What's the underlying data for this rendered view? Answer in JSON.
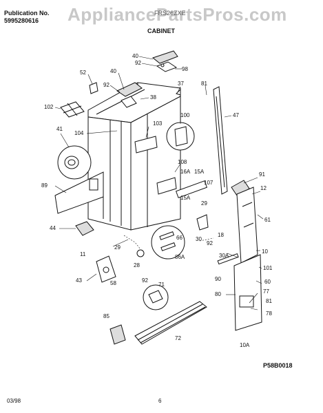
{
  "header": {
    "publication_label": "Publication No.",
    "publication_number": "5995280616",
    "model_fragment": "FRS26ZXE",
    "section_title": "CABINET"
  },
  "watermark": "AppliancePartsPros.com",
  "footer": {
    "date": "03/98",
    "page": "6",
    "figure_code": "P58B0018"
  },
  "callouts": [
    "40",
    "92",
    "98",
    "52",
    "40",
    "92",
    "38",
    "37",
    "81",
    "102",
    "100",
    "47",
    "41",
    "104",
    "103",
    "108",
    "16A",
    "15A",
    "107",
    "91",
    "12",
    "89",
    "15A",
    "29",
    "61",
    "44",
    "66",
    "30",
    "92",
    "18",
    "86A",
    "29",
    "10",
    "28",
    "30A",
    "101",
    "60",
    "11",
    "43",
    "58",
    "92",
    "90",
    "80",
    "71",
    "77",
    "81",
    "78",
    "85",
    "72",
    "10A"
  ]
}
